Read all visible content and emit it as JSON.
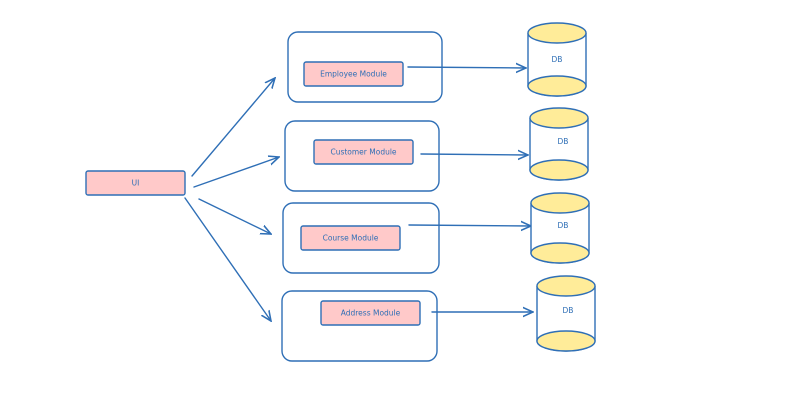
{
  "colors": {
    "stroke": "#2f6fb6",
    "module_fill": "#ffc9c9",
    "db_cap_fill": "#ffec99",
    "background": "#ffffff"
  },
  "nodes": {
    "ui": {
      "label": "UI"
    },
    "modules": [
      {
        "id": "employee",
        "label": "Employee Module",
        "db_label": "DB"
      },
      {
        "id": "customer",
        "label": "Customer Module",
        "db_label": "DB"
      },
      {
        "id": "course",
        "label": "Course Module",
        "db_label": "DB"
      },
      {
        "id": "address",
        "label": "Address Module",
        "db_label": "DB"
      }
    ]
  },
  "edges": [
    {
      "from": "ui",
      "to": "employee"
    },
    {
      "from": "ui",
      "to": "customer"
    },
    {
      "from": "ui",
      "to": "course"
    },
    {
      "from": "ui",
      "to": "address"
    },
    {
      "from": "employee",
      "to": "employee-db"
    },
    {
      "from": "customer",
      "to": "customer-db"
    },
    {
      "from": "course",
      "to": "course-db"
    },
    {
      "from": "address",
      "to": "address-db"
    }
  ]
}
